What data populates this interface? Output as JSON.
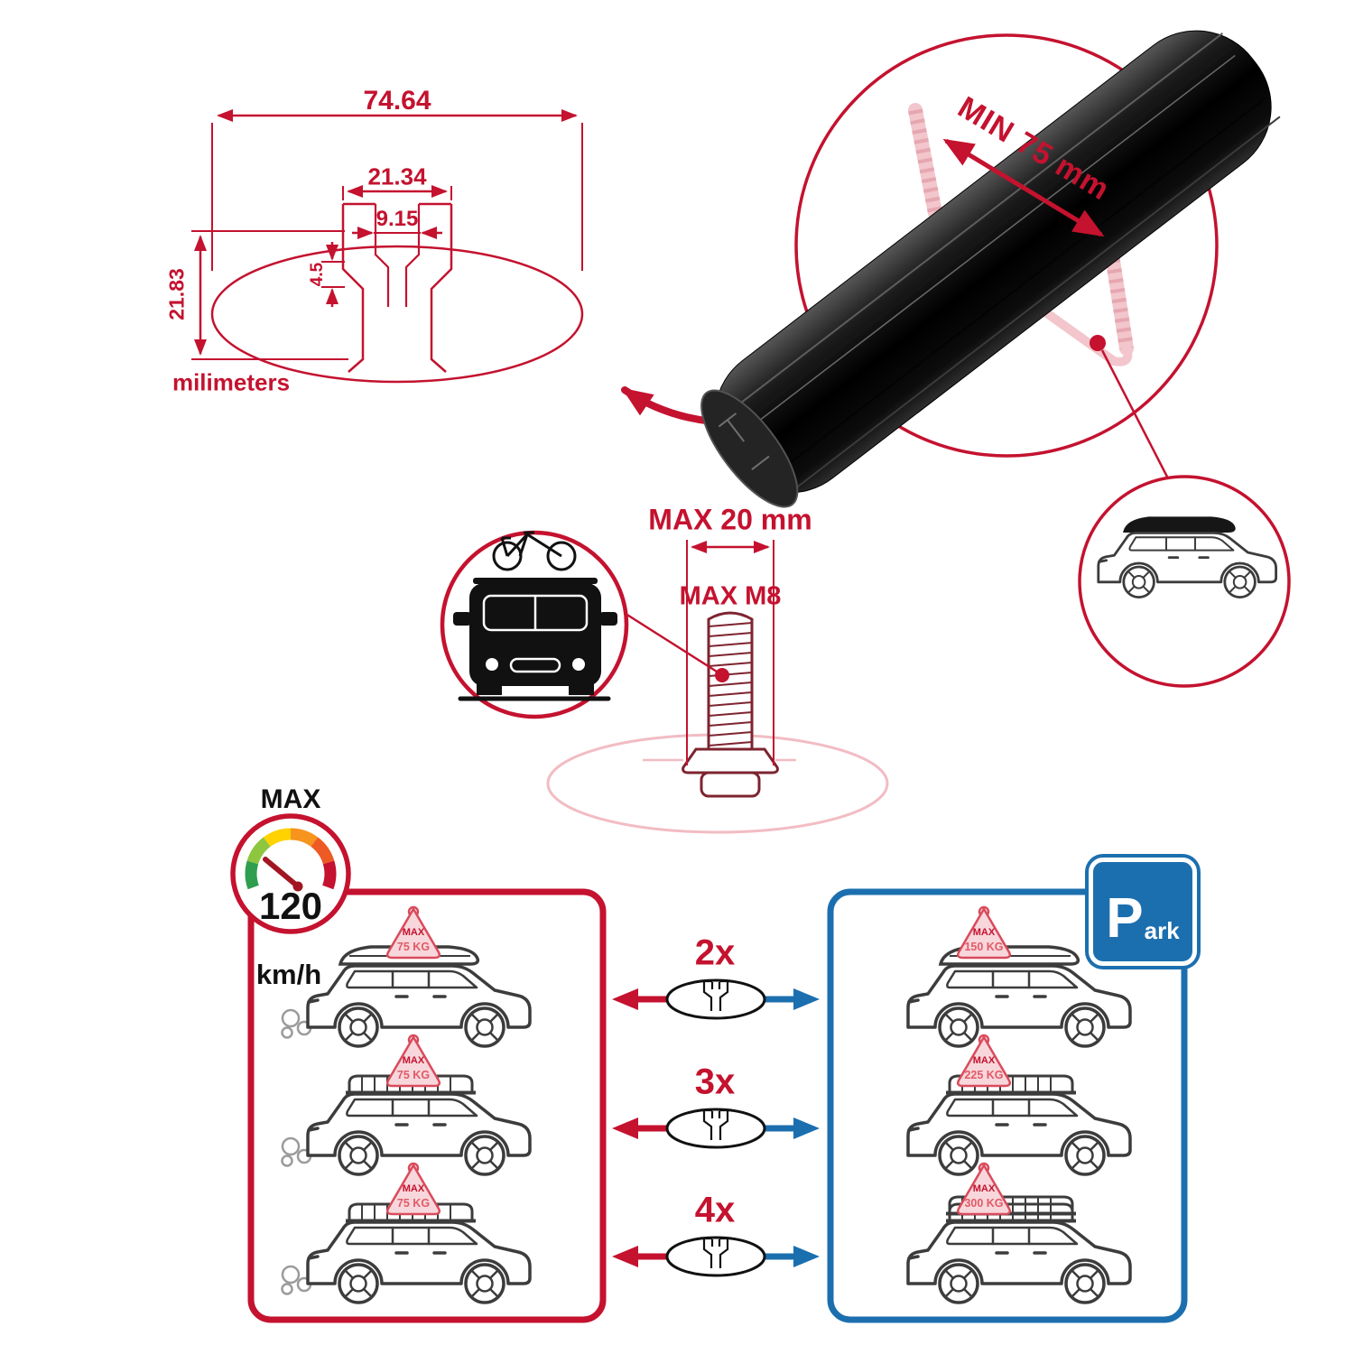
{
  "technical_drawing": {
    "total_width": "74.64",
    "channel_width": "21.34",
    "slot_opening": "9.15",
    "lip_height": "4.5",
    "total_height": "21.83",
    "units": "milimeters"
  },
  "crossbar_detail": {
    "min_clamp_span": "MIN 75 mm"
  },
  "bolt": {
    "max_head_width": "MAX 20 mm",
    "max_thread": "MAX M8"
  },
  "speed": {
    "label": "MAX",
    "value": "120",
    "unit": "km/h"
  },
  "comparison": {
    "multipliers": [
      "2x",
      "3x",
      "4x"
    ],
    "park": {
      "initial": "P",
      "rest": "ark"
    },
    "driving": [
      {
        "label": "MAX",
        "value": "75 KG"
      },
      {
        "label": "MAX",
        "value": "75 KG"
      },
      {
        "label": "MAX",
        "value": "75 KG"
      }
    ],
    "parked": [
      {
        "label": "MAX",
        "value": "150 KG"
      },
      {
        "label": "MAX",
        "value": "225 KG"
      },
      {
        "label": "MAX",
        "value": "300 KG"
      }
    ]
  },
  "colors": {
    "red": "#C4122F",
    "blue": "#1C6FAF",
    "pink": "#F2BCC3",
    "ink": "#111111",
    "gray": "#3C3C3C"
  }
}
